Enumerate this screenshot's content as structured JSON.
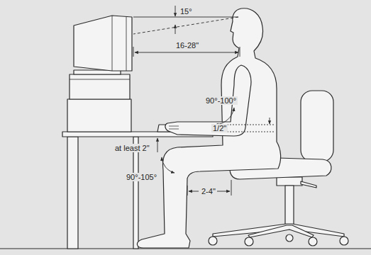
{
  "diagram": {
    "labels": [
      "15°",
      "16-28\"",
      "90°-100°",
      "1/2\"",
      "at least 2\"",
      "90°-105°",
      "2-4\""
    ]
  }
}
